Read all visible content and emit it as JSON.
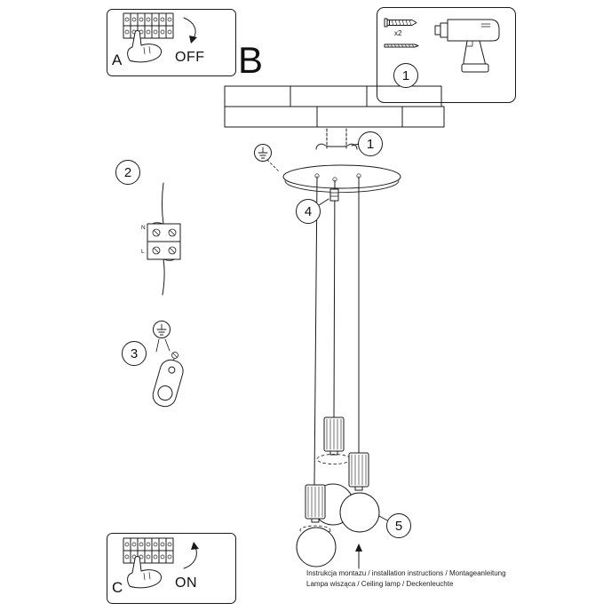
{
  "page": {
    "background": "#ffffff",
    "line_color": "#1a1a1a"
  },
  "steps": {
    "a": {
      "label": "A",
      "action": "OFF"
    },
    "b": {
      "label": "B"
    },
    "c": {
      "label": "C",
      "action": "ON"
    }
  },
  "tools": {
    "callout": "1",
    "screw_count": "x2"
  },
  "callouts": {
    "bracket": "1",
    "wiring": "2",
    "mounting": "3",
    "canopy": "4",
    "bulb": "5"
  },
  "wiring_labels": {
    "n": "N",
    "l": "L"
  },
  "footer": {
    "line1": "Instrukcja montazu / installation instructions / Montageanleitung",
    "line2": "Lampa wisząca / Ceiling lamp / Deckenleuchte"
  }
}
